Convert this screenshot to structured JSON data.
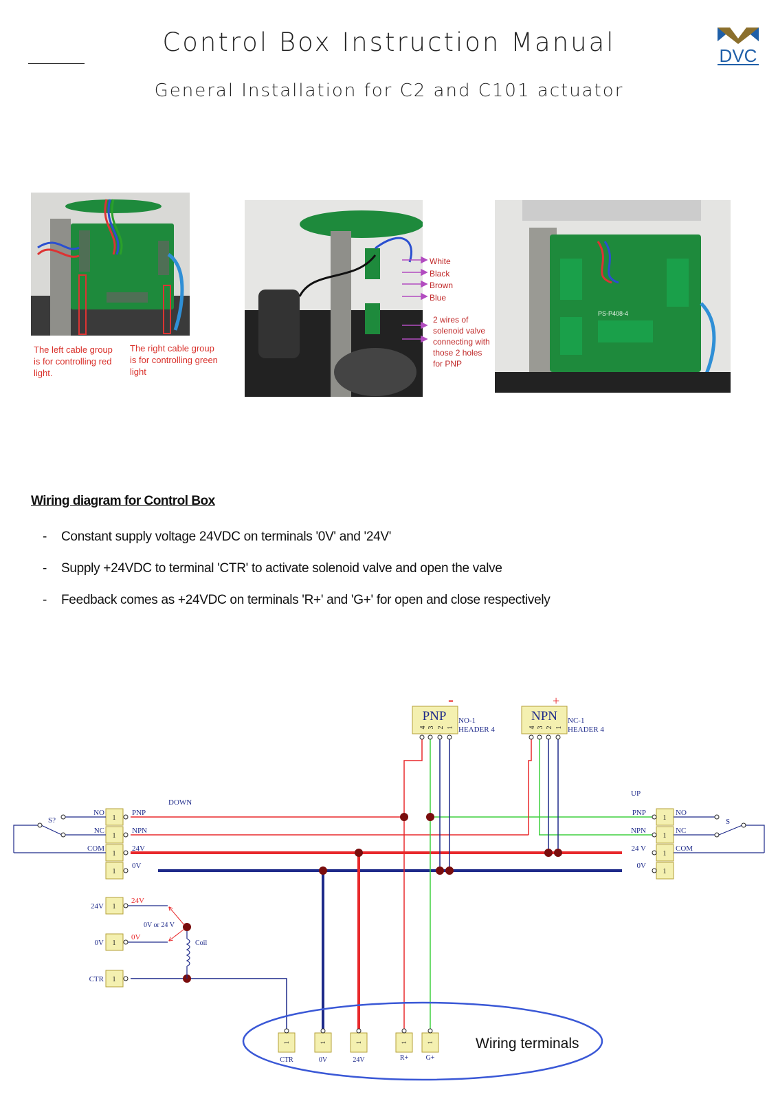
{
  "header": {
    "title": "Control Box Instruction Manual",
    "subtitle": "General Installation for C2 and C101 actuator",
    "logo_text": "DVC",
    "colors": {
      "logo_blue": "#1f5fa8",
      "logo_gold": "#8b6f2c"
    }
  },
  "photos": {
    "left": {
      "icon": "control-board-photo",
      "caption_left": [
        "The left cable group",
        "is for controlling red",
        "light."
      ],
      "caption_right": [
        "The right cable group",
        "is for controlling green",
        "light"
      ]
    },
    "middle": {
      "icon": "control-box-side-photo",
      "wire_labels": [
        "White",
        "Black",
        "Brown",
        "Blue"
      ],
      "note": [
        "2 wires of",
        "solenoid valve",
        "connecting with",
        "those 2 holes",
        "for PNP"
      ]
    },
    "right": {
      "icon": "control-board-closeup-photo",
      "board_text": "PS-P408-4"
    }
  },
  "wiring": {
    "heading": "Wiring diagram for Control Box",
    "bullets": [
      "Constant supply voltage 24VDC on terminals '0V' and '24V'",
      "Supply +24VDC to terminal 'CTR' to activate solenoid valve and open the valve",
      "Feedback comes as +24VDC on terminals 'R+' and 'G+' for open and close respectively"
    ]
  },
  "diagram": {
    "pnp": {
      "label": "PNP",
      "pins": [
        "4",
        "3",
        "2",
        "1"
      ],
      "sub1": "NO-1",
      "sub2": "HEADER 4",
      "polarity": "-"
    },
    "npn": {
      "label": "NPN",
      "pins": [
        "4",
        "3",
        "2",
        "1"
      ],
      "sub1": "NC-1",
      "sub2": "HEADER 4",
      "polarity": "+"
    },
    "left_block": {
      "section": "DOWN",
      "switch": "S?",
      "outer": [
        "NO",
        "NC",
        "COM",
        ""
      ],
      "inner": [
        "PNP",
        "NPN",
        "24V",
        "0V"
      ],
      "pin": "1"
    },
    "right_block": {
      "section": "UP",
      "switch": "S",
      "outer": [
        "NO",
        "NC",
        "COM",
        ""
      ],
      "inner": [
        "PNP",
        "NPN",
        "24 V",
        "0V"
      ],
      "pin": "1"
    },
    "coil_block": {
      "terminals": [
        "24V",
        "0V",
        "CTR"
      ],
      "red_labels": [
        "24V",
        "0V"
      ],
      "selector": "0V or 24 V",
      "coil": "Coil",
      "pin": "1"
    },
    "terminals": {
      "labels": [
        "CTR",
        "0V",
        "24V",
        "R+",
        "G+"
      ],
      "pin": "1",
      "caption": "Wiring terminals"
    },
    "colors": {
      "red": "#e8282b",
      "blue": "#1e2a8a",
      "green": "#3fd13f",
      "node": "#7a0d0d",
      "terminal": "#f4f0b0"
    }
  }
}
